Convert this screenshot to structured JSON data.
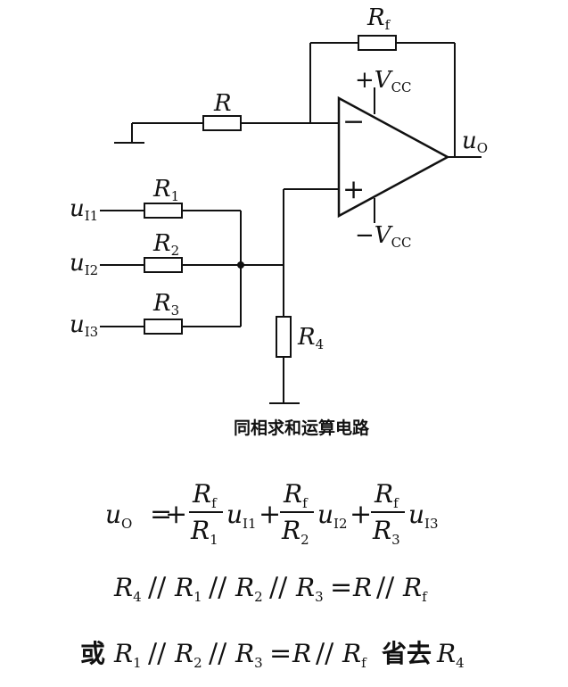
{
  "diagram": {
    "caption": "同相求和运算电路",
    "resistors": {
      "rf": {
        "name": "R",
        "sub": "f"
      },
      "r": {
        "name": "R",
        "sub": ""
      },
      "r1": {
        "name": "R",
        "sub": "1"
      },
      "r2": {
        "name": "R",
        "sub": "2"
      },
      "r3": {
        "name": "R",
        "sub": "3"
      },
      "r4": {
        "name": "R",
        "sub": "4"
      }
    },
    "supply": {
      "pos_sign": "+",
      "neg_sign": "−",
      "v": "V",
      "sub": "CC"
    },
    "opamp": {
      "minus": "−",
      "plus": "+"
    },
    "inputs": [
      {
        "u": "u",
        "sub": "I1"
      },
      {
        "u": "u",
        "sub": "I2"
      },
      {
        "u": "u",
        "sub": "I3"
      }
    ],
    "output": {
      "u": "u",
      "sub": "O"
    }
  },
  "equations": {
    "main": {
      "lhs_u": "u",
      "lhs_sub": "O",
      "equals": "=",
      "plus": "+",
      "terms": [
        {
          "num": "R",
          "num_sub": "f",
          "den": "R",
          "den_sub": "1",
          "u": "u",
          "u_sub": "I1"
        },
        {
          "num": "R",
          "num_sub": "f",
          "den": "R",
          "den_sub": "2",
          "u": "u",
          "u_sub": "I2"
        },
        {
          "num": "R",
          "num_sub": "f",
          "den": "R",
          "den_sub": "3",
          "u": "u",
          "u_sub": "I3"
        }
      ]
    },
    "par": "//",
    "cond1": {
      "items": [
        {
          "r": "R",
          "sub": "4"
        },
        {
          "r": "R",
          "sub": "1"
        },
        {
          "r": "R",
          "sub": "2"
        },
        {
          "r": "R",
          "sub": "3"
        }
      ],
      "equals": "=",
      "rhs": [
        {
          "r": "R",
          "sub": ""
        },
        {
          "r": "R",
          "sub": "f"
        }
      ]
    },
    "cond2": {
      "prefix": "或",
      "items": [
        {
          "r": "R",
          "sub": "1"
        },
        {
          "r": "R",
          "sub": "2"
        },
        {
          "r": "R",
          "sub": "3"
        }
      ],
      "equals": "=",
      "rhs": [
        {
          "r": "R",
          "sub": ""
        },
        {
          "r": "R",
          "sub": "f"
        }
      ],
      "suffix": "省去",
      "suffix_r": "R",
      "suffix_sub": "4"
    }
  }
}
